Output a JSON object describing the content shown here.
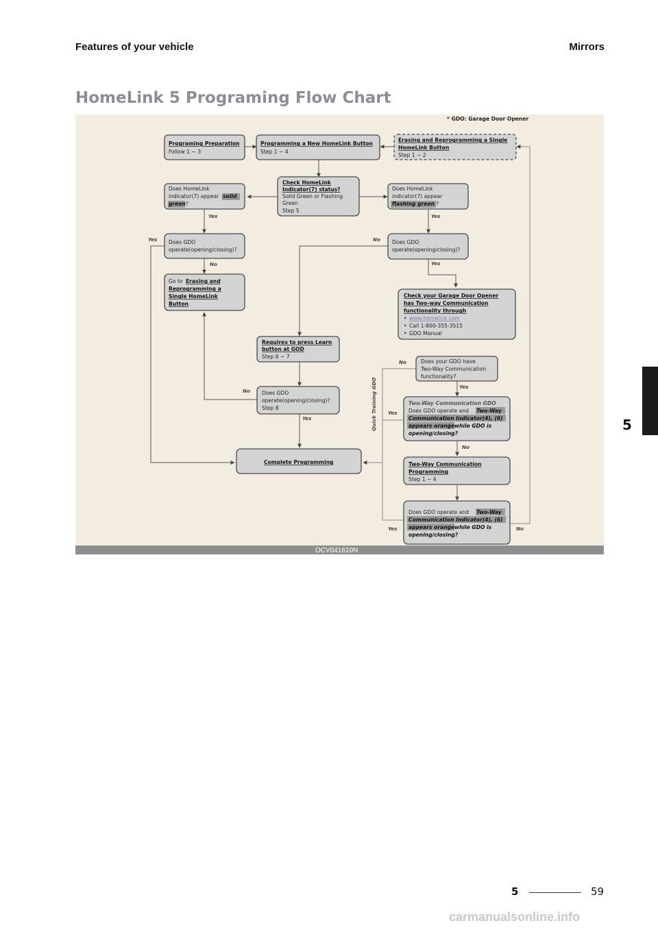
{
  "header": {
    "section": "Features of your vehicle",
    "chapter": "Mirrors"
  },
  "title": "HomeLink 5 Programing Flow Chart",
  "side_tab": {
    "number": "5"
  },
  "figure": {
    "note": "* GDO: Garage Door Opener",
    "caption": "OCV041610N",
    "boxes": {
      "prep": {
        "title": "Programing Preparation",
        "line1": "Follow 1 ~ 3"
      },
      "new": {
        "title": "Programming a New HomeLink Button",
        "line1": "Step 1 ~ 4"
      },
      "erase": {
        "title1": "Erasing and Reprogramming a Single",
        "title2": "HomeLink Button",
        "line1": "Step 1 ~ 2"
      },
      "check": {
        "title1": "Check HomeLink",
        "title2": "Indicator(7) status?",
        "line1": "Solid Green or Flashing",
        "line2": "Green",
        "line3": "Step 5"
      },
      "solid": {
        "line1": "Does HomeLink",
        "line2": "indicator(7) appear",
        "hl1": "solid",
        "hl2": "green",
        "end": "?"
      },
      "flash": {
        "line1": "Does HomeLink",
        "line2": "indicator(7) appear",
        "hl": "flashing green",
        "end": "?"
      },
      "gdo_left": {
        "line1": "Does GDO",
        "line2": "operate(opening/closing)?"
      },
      "gdo_right": {
        "line1": "Does GDO",
        "line2": "operate(opening/closing)?"
      },
      "goto": {
        "prefix": "Go to ",
        "l1": "Erasing and",
        "l2": "Reprogramming a",
        "l3": "Single HomeLink",
        "l4": "Button"
      },
      "check_twoway": {
        "t1": "Check your Garage Door Opener",
        "t2": "has Two-way Communication",
        "t3": "functionality through",
        "b1": "www.homelink.com",
        "b2": "Call 1-800-355-3515",
        "b3": "GDO Manual"
      },
      "learn": {
        "t1": "Requires to press Learn",
        "t2": "button at GOD",
        "line1": "Step 6 ~ 7"
      },
      "twoway_q": {
        "line1": "Does your GDO have",
        "line2": "Two-Way Communication",
        "line3": "functionality?"
      },
      "gdo_step8": {
        "line1": "Does GDO",
        "line2": "operate(opening/closing)?",
        "line3": "Step 8"
      },
      "twoway_gdo": {
        "header": "Two-Way Communication GDO",
        "l1a": "Does GDO operate and ",
        "l1b": "Two-Way",
        "l2": "Communication Indicator(4), (6)",
        "l3a": "appears orange",
        "l3b": " while GDO is",
        "l4": "opening/closing?"
      },
      "complete": {
        "title": "Complete Programming"
      },
      "twoway_prog": {
        "t1": "Two-Way Communication",
        "t2": "Programming",
        "line1": "Step 1 ~ 4"
      },
      "final": {
        "l1a": "Does GDO operate and ",
        "l1b": "Two-Way",
        "l2": "Communication Indicator(4), (6)",
        "l3a": "appears orange",
        "l3b": " while GDO is",
        "l4": "opening/closing?"
      }
    },
    "labels": {
      "yes": "Yes",
      "no": "No",
      "quick": "Quick Training GDO"
    }
  },
  "footer": {
    "section": "5",
    "page": "59",
    "watermark": "carmanualsonline.info"
  }
}
